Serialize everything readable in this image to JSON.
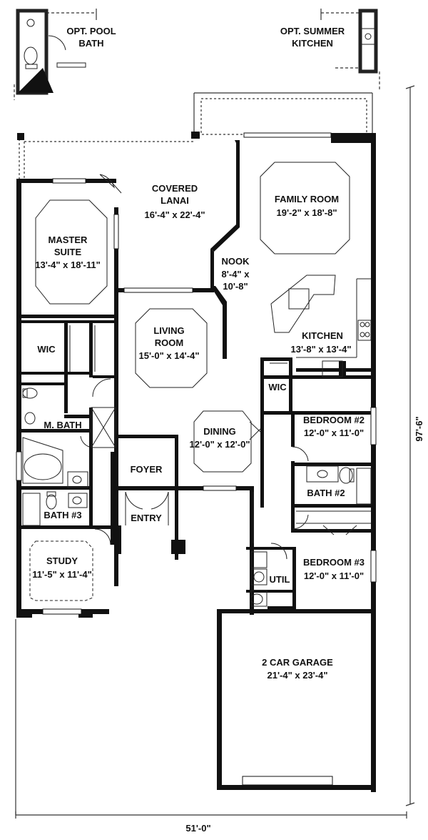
{
  "plan": {
    "rooms": [
      {
        "id": "opt-pool-bath",
        "name": "OPT. POOL",
        "name2": "BATH",
        "size": ""
      },
      {
        "id": "opt-summer-kitchen",
        "name": "OPT. SUMMER",
        "name2": "KITCHEN",
        "size": ""
      },
      {
        "id": "covered-lanai",
        "name": "COVERED",
        "name2": "LANAI",
        "size": "16'-4\" x 22'-4\""
      },
      {
        "id": "family-room",
        "name": "FAMILY ROOM",
        "name2": "",
        "size": "19'-2\" x 18'-8\""
      },
      {
        "id": "master-suite",
        "name": "MASTER",
        "name2": "SUITE",
        "size": "13'-4\" x 18'-11\""
      },
      {
        "id": "nook",
        "name": "NOOK",
        "name2": "",
        "size": "8'-4\" x",
        "size2": "10'-8\""
      },
      {
        "id": "living-room",
        "name": "LIVING",
        "name2": "ROOM",
        "size": "15'-0\" x 14'-4\""
      },
      {
        "id": "kitchen",
        "name": "KITCHEN",
        "name2": "",
        "size": "13'-8\" x 13'-4\""
      },
      {
        "id": "wic-master",
        "name": "WIC",
        "name2": "",
        "size": ""
      },
      {
        "id": "wic-bedroom",
        "name": "WIC",
        "name2": "",
        "size": ""
      },
      {
        "id": "bedroom-2",
        "name": "BEDROOM #2",
        "name2": "",
        "size": "12'-0\" x 11'-0\""
      },
      {
        "id": "master-bath",
        "name": "M. BATH",
        "name2": "",
        "size": ""
      },
      {
        "id": "dining",
        "name": "DINING",
        "name2": "",
        "size": "12'-0\" x 12'-0\""
      },
      {
        "id": "foyer",
        "name": "FOYER",
        "name2": "",
        "size": ""
      },
      {
        "id": "bath-2",
        "name": "BATH #2",
        "name2": "",
        "size": ""
      },
      {
        "id": "bath-3",
        "name": "BATH #3",
        "name2": "",
        "size": ""
      },
      {
        "id": "entry",
        "name": "ENTRY",
        "name2": "",
        "size": ""
      },
      {
        "id": "study",
        "name": "STUDY",
        "name2": "",
        "size": "11'-5\" x 11'-4\""
      },
      {
        "id": "bedroom-3",
        "name": "BEDROOM #3",
        "name2": "",
        "size": "12'-0\" x 11'-0\""
      },
      {
        "id": "util",
        "name": "UTIL",
        "name2": "",
        "size": ""
      },
      {
        "id": "garage",
        "name": "2 CAR GARAGE",
        "name2": "",
        "size": "21'-4\" x 23'-4\""
      }
    ],
    "dimensions": {
      "width": "51'-0\"",
      "depth": "97'-6\""
    }
  }
}
